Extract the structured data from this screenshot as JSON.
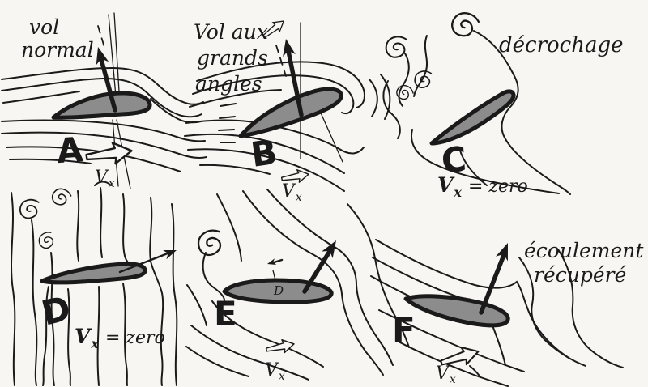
{
  "colors": {
    "paper": "#f7f6f2",
    "ink": "#1a1a1a",
    "airfoil": "#8c8c8c"
  },
  "velocity": {
    "symbol": "V",
    "subscript": "x",
    "zero": "= zero"
  },
  "panels": {
    "a": {
      "label": "A",
      "caption": [
        "vol",
        "normal"
      ]
    },
    "b": {
      "label": "B",
      "caption": [
        "Vol aux",
        "grands",
        "angles"
      ]
    },
    "c": {
      "label": "C",
      "caption": [
        "décrochage"
      ]
    },
    "d": {
      "label": "D"
    },
    "e": {
      "label": "E",
      "airfoil_mark": "D"
    },
    "f": {
      "label": "F",
      "caption": [
        "écoulement",
        "récupéré"
      ]
    }
  }
}
